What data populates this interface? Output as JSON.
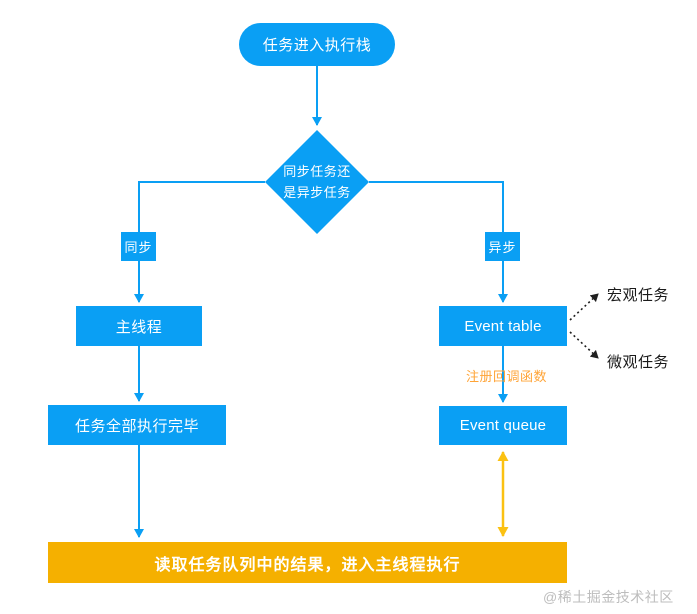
{
  "diagram": {
    "nodes": {
      "start": "任务进入执行栈",
      "decision_lines": [
        "同步任务还",
        "是异步任务"
      ],
      "sync_label": "同步",
      "async_label": "异步",
      "main_thread": "主线程",
      "tasks_done": "任务全部执行完毕",
      "event_table": "Event table",
      "event_queue": "Event queue",
      "macro_task": "宏观任务",
      "micro_task": "微观任务",
      "register_callback": "注册回调函数",
      "result_bar": "读取任务队列中的结果，进入主线程执行"
    },
    "watermark": "@稀土掘金技术社区",
    "colors": {
      "node_blue": "#0a9ff4",
      "bar_orange": "#f5b000",
      "arrow_orange": "#fbc112",
      "callback_text_orange": "#ffa437",
      "connector_black": "#1f1f1f",
      "watermark_gray": "#bdbdbd"
    }
  }
}
